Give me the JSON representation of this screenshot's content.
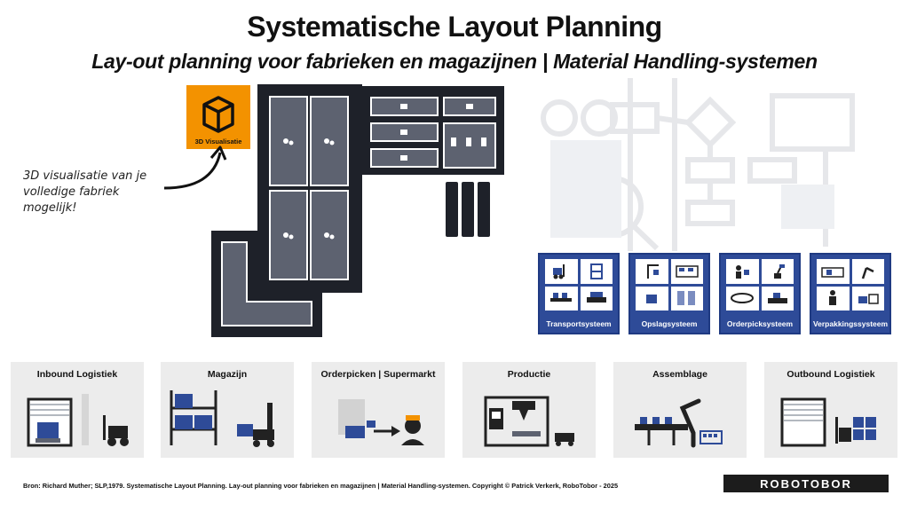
{
  "header": {
    "title": "Systematische Layout Planning",
    "subtitle": "Lay-out planning voor fabrieken en magazijnen | Material Handling-systemen"
  },
  "visualisation": {
    "box_label": "3D Visualisatie",
    "note_lines": [
      "3D visualisatie van je",
      "volledige fabriek",
      "mogelijk!"
    ]
  },
  "systems": [
    {
      "label": "Transportsysteem"
    },
    {
      "label": "Opslagsysteem"
    },
    {
      "label": "Orderpicksysteem"
    },
    {
      "label": "Verpakkingssysteem"
    }
  ],
  "stages": [
    {
      "label": "Inbound Logistiek"
    },
    {
      "label": "Magazijn"
    },
    {
      "label": "Orderpicken | Supermarkt"
    },
    {
      "label": "Productie"
    },
    {
      "label": "Assemblage"
    },
    {
      "label": "Outbound Logistiek"
    }
  ],
  "footer": {
    "source": "Bron: Richard Muther; SLP,1979. Systematische Layout Planning. Lay-out planning voor fabrieken en magazijnen | Material Handling-systemen. Copyright © Patrick Verkerk, RoboTobor - 2025",
    "logo": "ROBOTOBOR"
  },
  "colors": {
    "accent_orange": "#f39200",
    "system_blue": "#2e4b98",
    "floor_dark": "#1e2129",
    "floor_room": "#5d6270",
    "stage_bg": "#ececec"
  }
}
